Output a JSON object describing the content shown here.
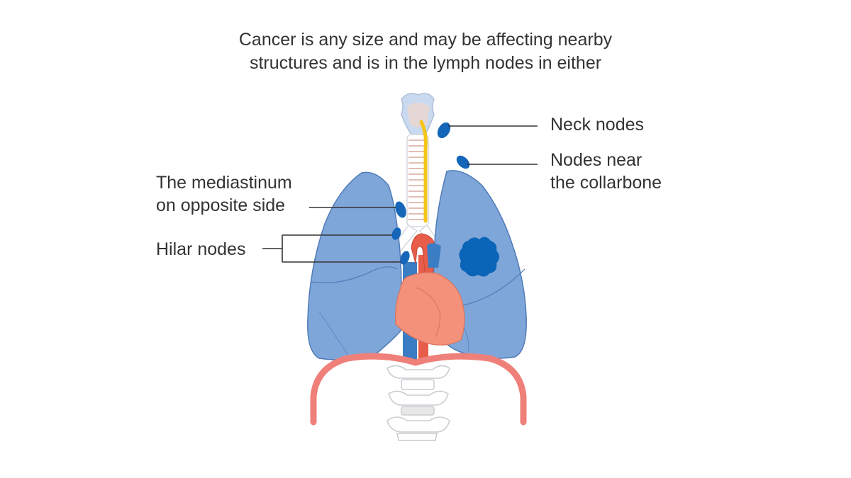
{
  "title": {
    "line1": "Cancer is any size and may be affecting nearby",
    "line2": "structures and is in the lymph nodes in either"
  },
  "labels": {
    "neck_nodes": "Neck nodes",
    "collarbone_line1": "Nodes near",
    "collarbone_line2": "the collarbone",
    "mediastinum_line1": "The mediastinum",
    "mediastinum_line2": "on opposite side",
    "hilar_nodes": "Hilar nodes"
  },
  "colors": {
    "lung": "#7fa6d9",
    "lung_outline": "#4f7bb8",
    "node": "#1565b8",
    "tumour": "#0a64b8",
    "heart": "#f4917a",
    "artery": "#e85d4a",
    "vein": "#3b7dc4",
    "trachea": "#c8cdd3",
    "nerve": "#f5c518",
    "diaphragm": "#ef8079",
    "bone": "#ffffff",
    "line": "#333333"
  }
}
